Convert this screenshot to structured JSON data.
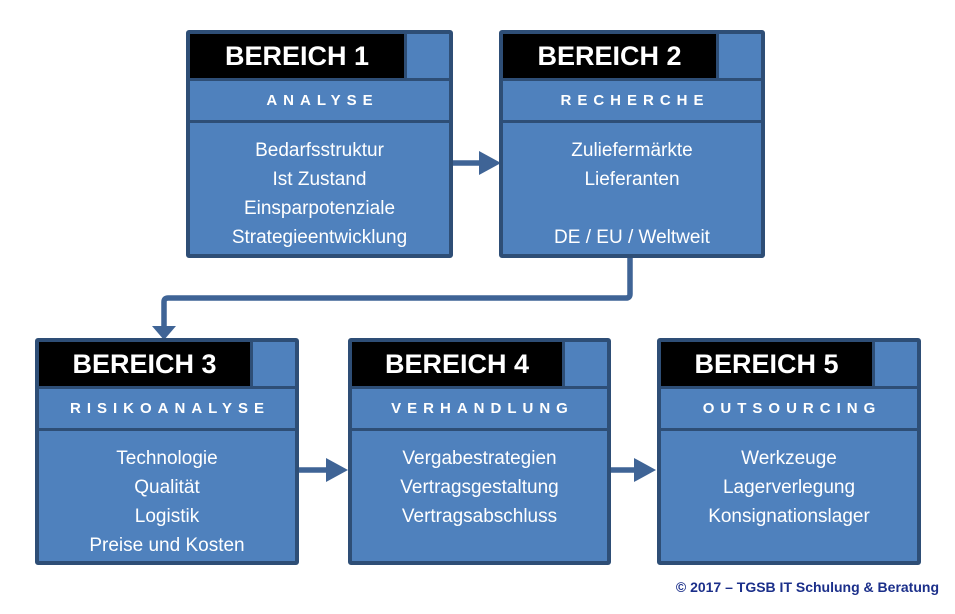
{
  "diagram": {
    "boxes": [
      {
        "id": "bereich-1",
        "title": "BEREICH 1",
        "subtitle": "ANALYSE",
        "lines": [
          "Bedarfsstruktur",
          "Ist Zustand",
          "Einsparpotenziale",
          "Strategieentwicklung"
        ]
      },
      {
        "id": "bereich-2",
        "title": "BEREICH 2",
        "subtitle": "RECHERCHE",
        "lines": [
          "Zuliefermärkte",
          "Lieferanten",
          "",
          "DE / EU / Weltweit"
        ]
      },
      {
        "id": "bereich-3",
        "title": "BEREICH 3",
        "subtitle": "RISIKOANALYSE",
        "lines": [
          "Technologie",
          "Qualität",
          "Logistik",
          "Preise und Kosten"
        ]
      },
      {
        "id": "bereich-4",
        "title": "BEREICH 4",
        "subtitle": "VERHANDLUNG",
        "lines": [
          "Vergabestrategien",
          "Vertragsgestaltung",
          "Vertragsabschluss"
        ]
      },
      {
        "id": "bereich-5",
        "title": "BEREICH 5",
        "subtitle": "OUTSOURCING",
        "lines": [
          "Werkzeuge",
          "Lagerverlegung",
          "Konsignationslager"
        ]
      }
    ],
    "connections": [
      {
        "from": "BEREICH 1",
        "to": "BEREICH 2",
        "style": "straight-right-arrow"
      },
      {
        "from": "BEREICH 2",
        "to": "BEREICH 3",
        "style": "elbow-down-arrow"
      },
      {
        "from": "BEREICH 3",
        "to": "BEREICH 4",
        "style": "straight-right-arrow"
      },
      {
        "from": "BEREICH 4",
        "to": "BEREICH 5",
        "style": "straight-right-arrow"
      }
    ],
    "colors": {
      "box_fill": "#4f81bd",
      "box_border": "#2e4e76",
      "title_bar": "#000000",
      "arrow": "#3f6496",
      "text": "#ffffff",
      "footer_text": "#1b2f8a"
    }
  },
  "footer": {
    "copyright": "© 2017 – TGSB IT Schulung & Beratung"
  }
}
